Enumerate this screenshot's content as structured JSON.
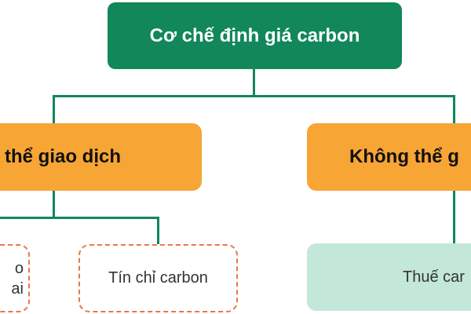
{
  "root": {
    "label": "Cơ chế định giá carbon"
  },
  "branches": [
    {
      "label": "thể giao dịch",
      "children": [
        {
          "lines": [
            "o",
            "ai"
          ]
        },
        {
          "label": "Tín chỉ carbon"
        }
      ]
    },
    {
      "label": "Không thể g",
      "children": [
        {
          "label": "Thuế car"
        }
      ]
    }
  ],
  "colors": {
    "root": "#11875a",
    "branch": "#f7a535",
    "dashed_border": "#e8774a",
    "leaf_fill": "#c3e7d8"
  }
}
